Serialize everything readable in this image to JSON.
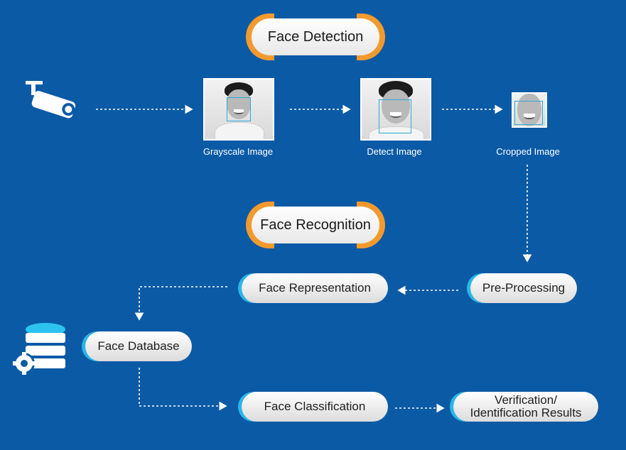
{
  "headers": {
    "detection": "Face Detection",
    "recognition": "Face Recognition"
  },
  "images": {
    "grayscale": "Grayscale Image",
    "detect": "Detect Image",
    "cropped": "Cropped Image"
  },
  "steps": {
    "pre_processing": "Pre-Processing",
    "face_representation": "Face Representation",
    "face_database": "Face Database",
    "face_classification": "Face Classification",
    "results_line1": "Verification/",
    "results_line2": "Identification Results"
  },
  "icons": {
    "camera": "security-camera-icon",
    "database": "database-gear-icon"
  },
  "colors": {
    "background": "#0b5aa6",
    "header_accent": "#f29a2e",
    "step_accent": "#29b6e8",
    "arrow": "#ffffff"
  }
}
